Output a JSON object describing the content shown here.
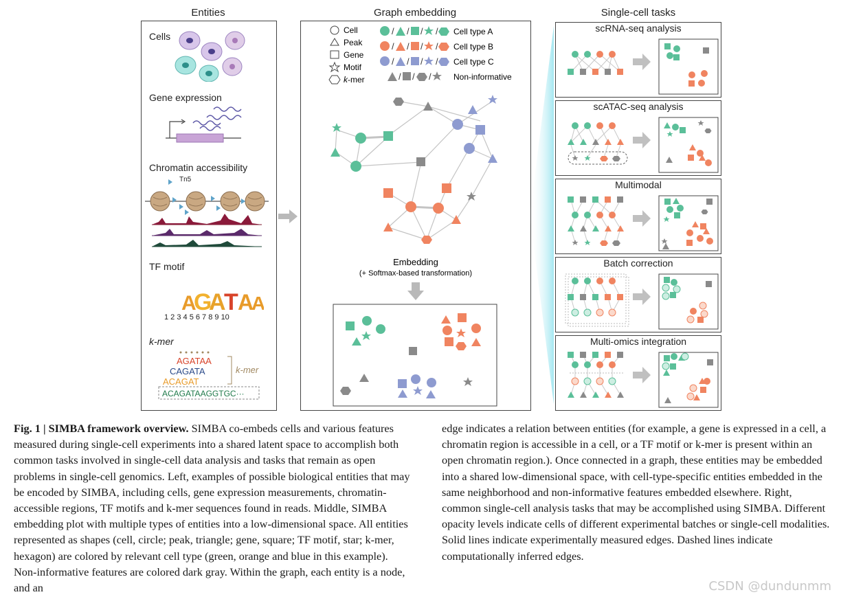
{
  "columns": {
    "entities": "Entities",
    "graph": "Graph embedding",
    "tasks": "Single-cell tasks"
  },
  "entities": {
    "cells": "Cells",
    "gene_expression": "Gene expression",
    "chromatin": "Chromatin accessibility",
    "tn5": "Tn5",
    "tf_motif": "TF motif",
    "motif_letters": "AGATAA",
    "motif_positions": "1 2 3 4 5 6 7 8 9 10",
    "kmer": "k-mer",
    "kmer_seq1": "AGATAA",
    "kmer_seq2": "CAGATA",
    "kmer_seq3": "ACAGAT",
    "kmer_full": "ACAGATAAGGTGC···",
    "kmer_bracket": "k-mer"
  },
  "legend": {
    "shapes": [
      "Cell",
      "Peak",
      "Gene",
      "Motif",
      "k-mer"
    ],
    "types": [
      "Cell type A",
      "Cell type B",
      "Cell type C",
      "Non-informative"
    ]
  },
  "embedding": {
    "label": "Embedding",
    "sublabel": "(+ Softmax-based transformation)"
  },
  "tasks": [
    "scRNA-seq analysis",
    "scATAC-seq analysis",
    "Multimodal",
    "Batch correction",
    "Multi-omics integration"
  ],
  "colors": {
    "green": "#5bbf99",
    "orange": "#f08460",
    "blue": "#8e9bd0",
    "gray": "#8a8a8a",
    "purple": "#b39ad0",
    "teal": "#7fd3d1",
    "arrow": "#b9b9b9"
  },
  "caption": {
    "fig_label": "Fig. 1 | SIMBA framework overview.",
    "left": "SIMBA co-embeds cells and various features measured during single-cell experiments into a shared latent space to accomplish both common tasks involved in single-cell data analysis and tasks that remain as open problems in single-cell genomics. Left, examples of possible biological entities that may be encoded by SIMBA, including cells, gene expression measurements, chromatin-accessible regions, TF motifs and k-mer sequences found in reads. Middle, SIMBA embedding plot with multiple types of entities into a low-dimensional space. All entities represented as shapes (cell, circle; peak, triangle; gene, square; TF motif, star; k-mer, hexagon) are colored by relevant cell type (green, orange and blue in this example). Non-informative features are colored dark gray. Within the graph, each entity is a node, and an",
    "right": "edge indicates a relation between entities (for example, a gene is expressed in a cell, a chromatin region is accessible in a cell, or a TF motif or k-mer is present within an open chromatin region.). Once connected in a graph, these entities may be embedded into a shared low-dimensional space, with cell-type-specific entities embedded in the same neighborhood and non-informative features embedded elsewhere. Right, common single-cell analysis tasks that may be accomplished using SIMBA. Different opacity levels indicate cells of different experimental batches or single-cell modalities. Solid lines indicate experimentally measured edges. Dashed lines indicate computationally inferred edges."
  },
  "watermark": "CSDN @dundunmm"
}
